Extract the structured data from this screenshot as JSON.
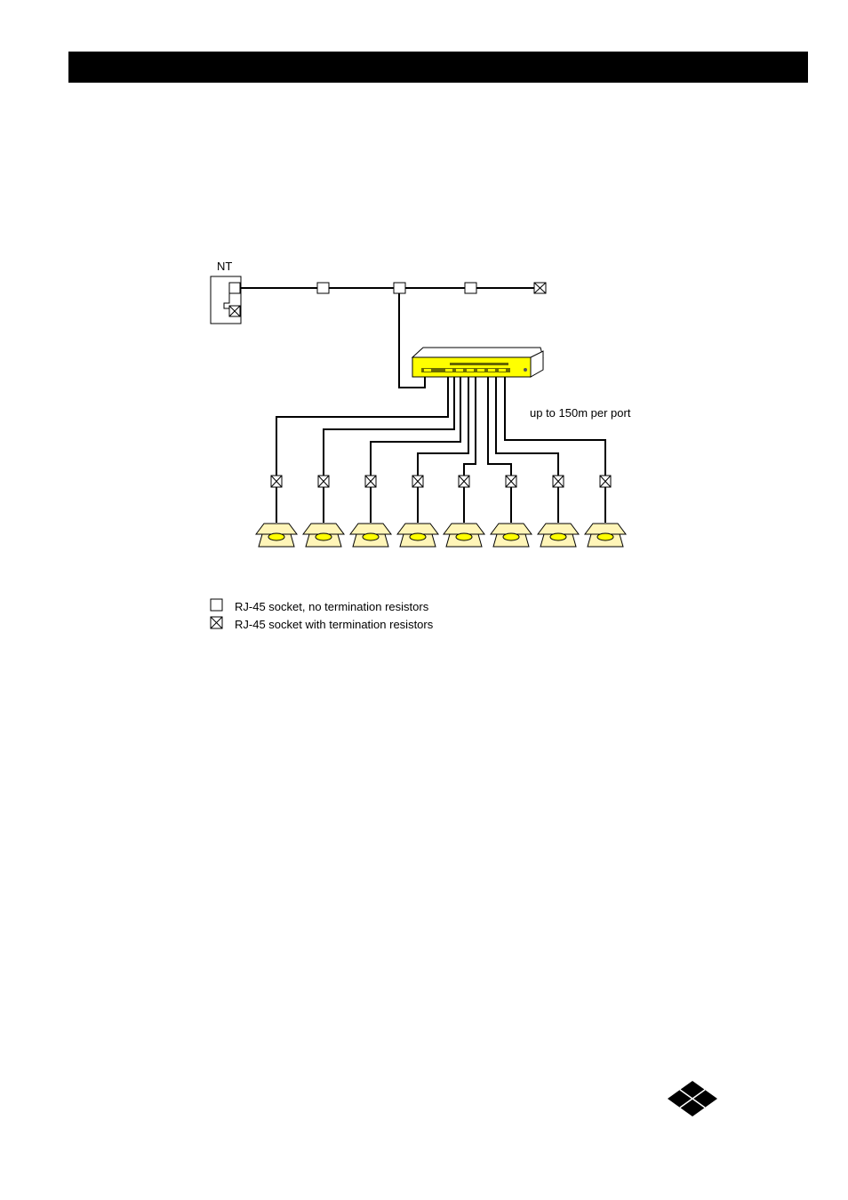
{
  "diagram": {
    "nt_label": "NT",
    "cable_note": "up to 150m per port",
    "legend": [
      {
        "symbol": "socket-plain",
        "label": "RJ-45 socket, no termination resistors"
      },
      {
        "symbol": "socket-terminated",
        "label": "RJ-45 socket with termination resistors"
      }
    ],
    "port_count": 8
  },
  "colors": {
    "device_yellow": "#ffff00",
    "phone_cream": "#fff5b8",
    "line": "#000000",
    "header": "#000000"
  }
}
